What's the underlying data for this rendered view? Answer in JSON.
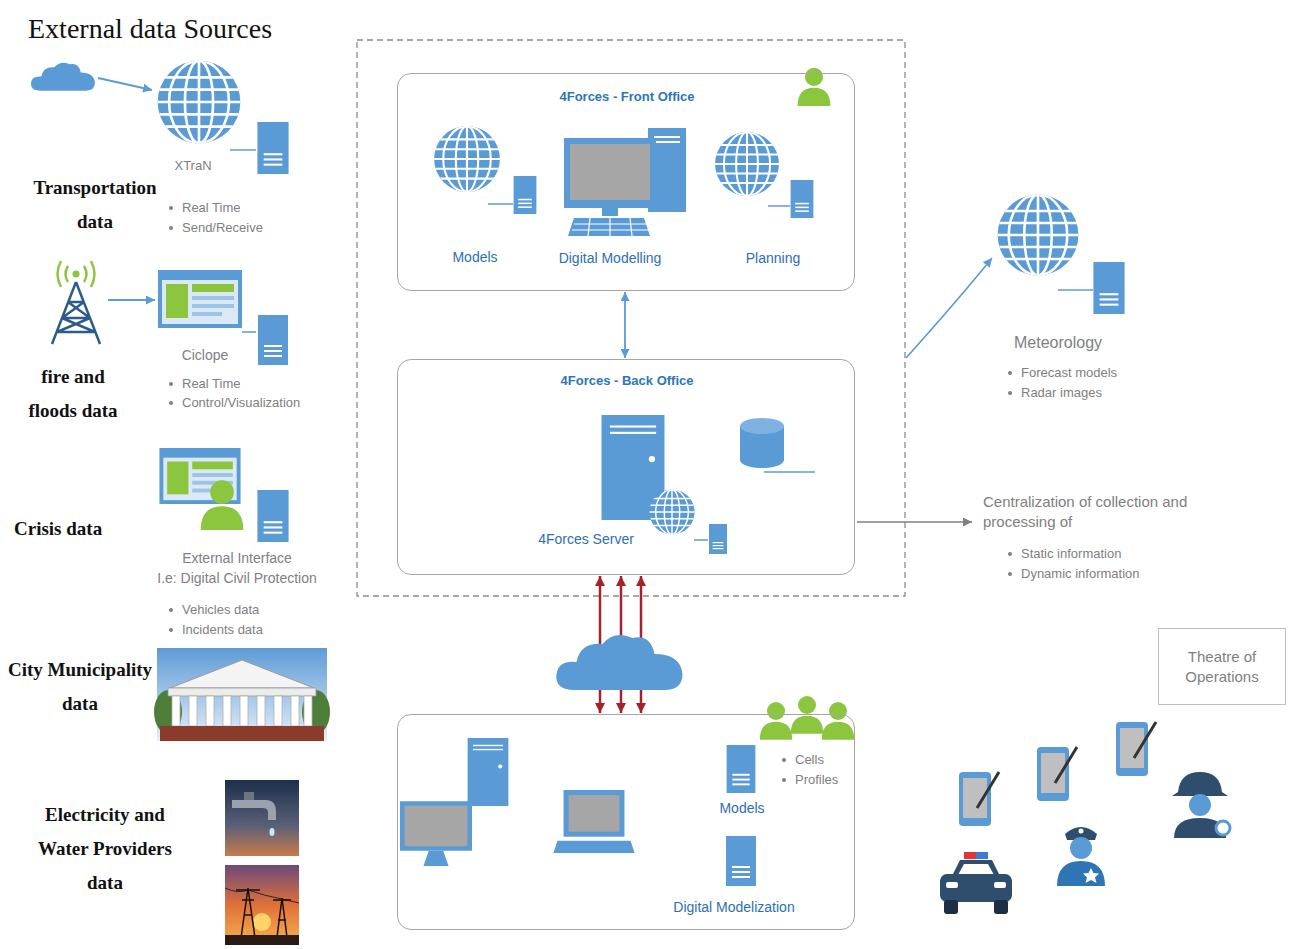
{
  "diagram": {
    "nodes": [
      {
        "text": [
          "4Forces - Front Office",
          "Models",
          "Digital Modelling",
          "Planning"
        ]
      },
      {
        "text": [
          "4Forces - Back Office",
          "4Forces Server"
        ]
      },
      {
        "text": [
          "Cells",
          "Profiles",
          "Models",
          "Digital Modelization"
        ]
      },
      {
        "text": [
          "Theatre of Operations"
        ]
      }
    ],
    "edges": [
      {
        "from": 0,
        "to": 1,
        "arrow": "both"
      },
      {
        "from": 1,
        "to": 2,
        "arrow": "both"
      },
      {
        "from": 1,
        "to": 2,
        "arrow": "both"
      },
      {
        "from": 1,
        "to": 2,
        "arrow": "both"
      }
    ],
    "labels": [
      "External data Sources",
      "XTraN",
      "Transportation data",
      "Real Time",
      "Send/Receive",
      "Ciclope",
      "fire and floods data",
      "Real Time",
      "Control/Visualization",
      "Crisis data",
      "External Interface",
      "I.e: Digital Civil Protection",
      "Vehicles data",
      "Incidents data",
      "City Municipality data",
      "Electricity and Water Providers data",
      "Meteorology",
      "Forecast models",
      "Radar images",
      "Centralization of collection and processing of",
      "Static information",
      "Dynamic information"
    ]
  }
}
